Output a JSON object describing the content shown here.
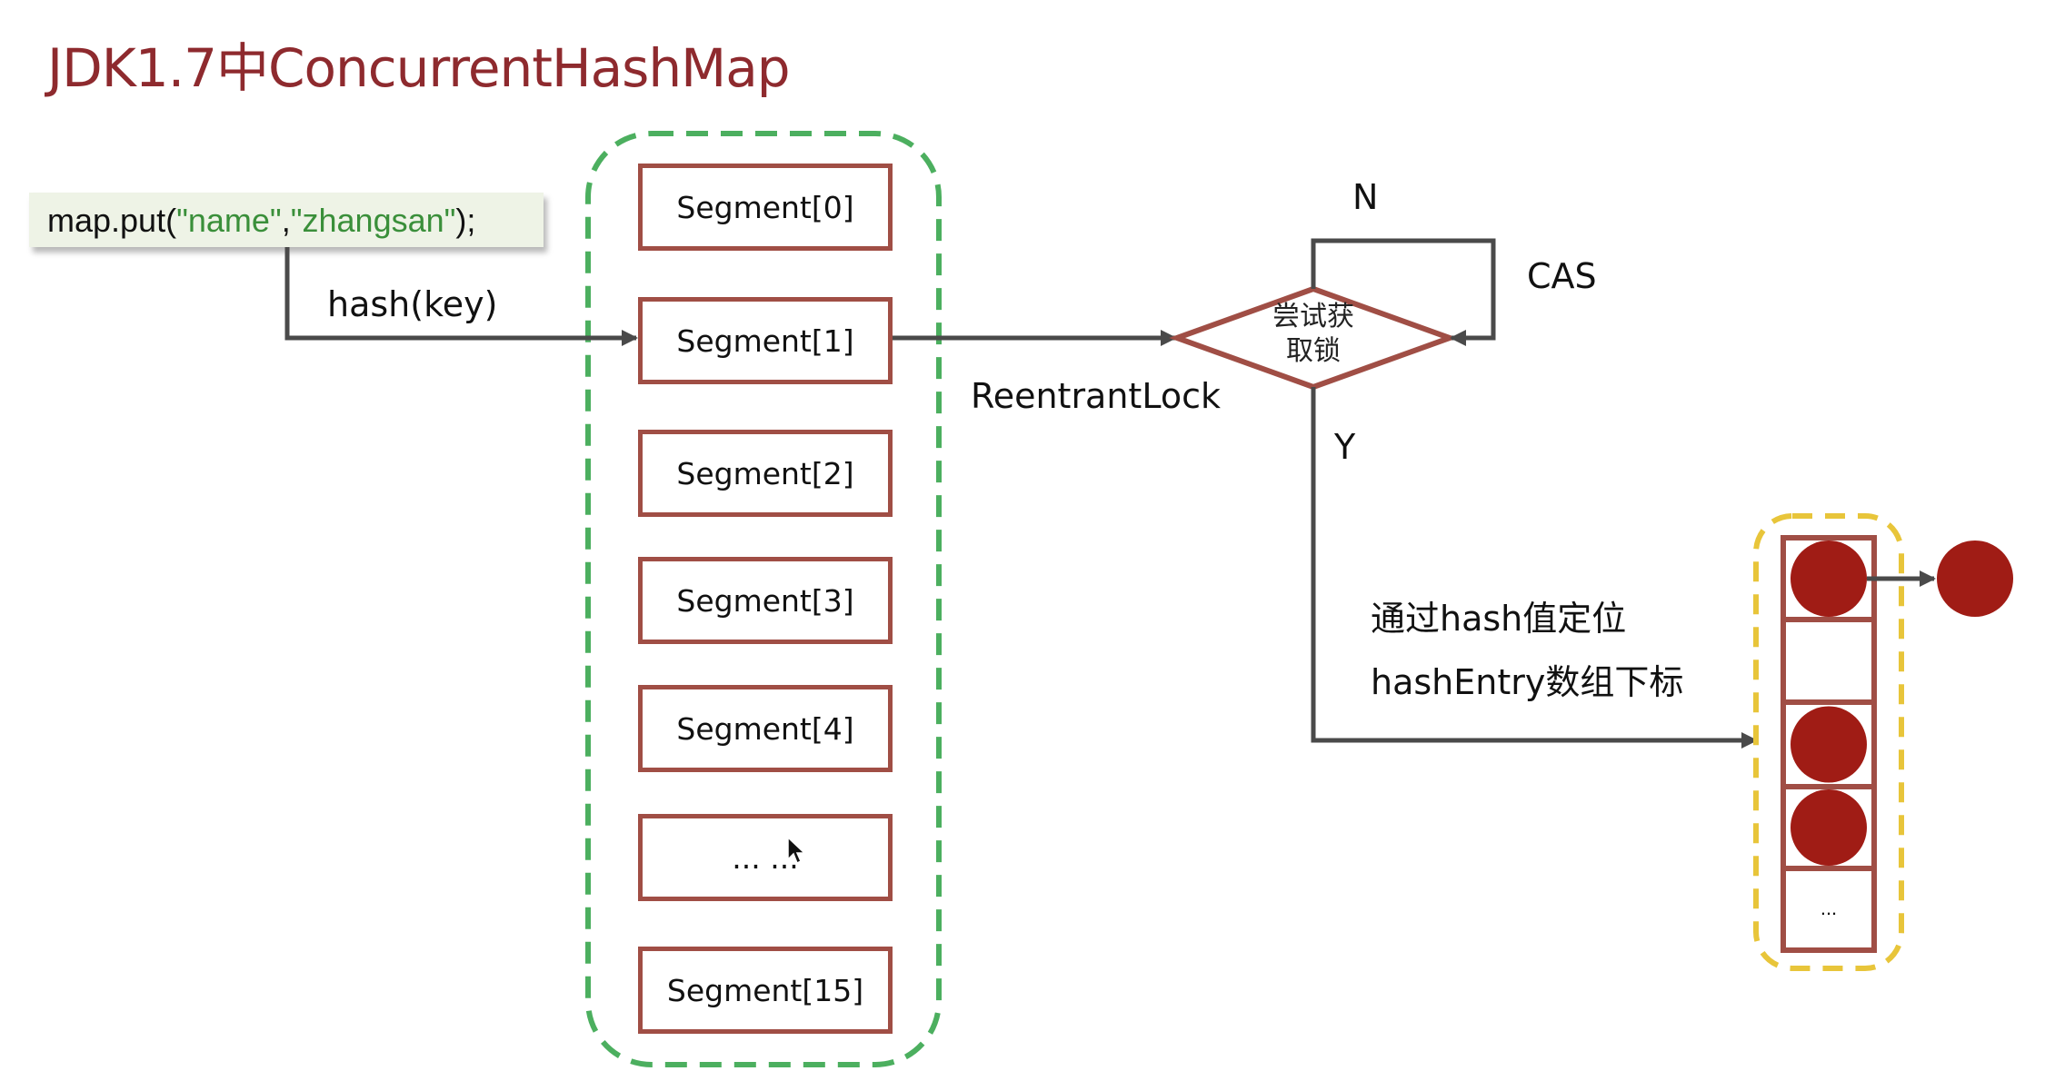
{
  "title": "JDK1.7中ConcurrentHashMap",
  "code": {
    "prefix": "map.put(",
    "arg1": "\"name\"",
    "sep": ",",
    "arg2": "\"zhangsan\"",
    "suffix": ");"
  },
  "labels": {
    "hash_key": "hash(key)",
    "reentrant_lock": "ReentrantLock",
    "no": "N",
    "yes": "Y",
    "cas": "CAS",
    "decision_line1": "尝试获",
    "decision_line2": "取锁",
    "locate_line1": "通过hash值定位",
    "locate_line2": "hashEntry数组下标"
  },
  "segments": [
    {
      "label": "Segment[0]"
    },
    {
      "label": "Segment[1]"
    },
    {
      "label": "Segment[2]"
    },
    {
      "label": "Segment[3]"
    },
    {
      "label": "Segment[4]"
    },
    {
      "label": "... ..."
    },
    {
      "label": "Segment[15]"
    }
  ],
  "hash_entry_array": {
    "cells": [
      {
        "occupied": true,
        "has_next": true
      },
      {
        "occupied": false
      },
      {
        "occupied": true
      },
      {
        "occupied": true
      },
      {
        "occupied": false,
        "label": "..."
      }
    ]
  },
  "colors": {
    "title": "#8e2a2e",
    "box_border": "#a04e45",
    "segment_container": "#4caf5f",
    "entry_container": "#e8c53a",
    "node_fill": "#a01c15",
    "arrow": "#4a4a4a",
    "code_string": "#3a8f3a",
    "code_bg": "#eef3e6"
  }
}
